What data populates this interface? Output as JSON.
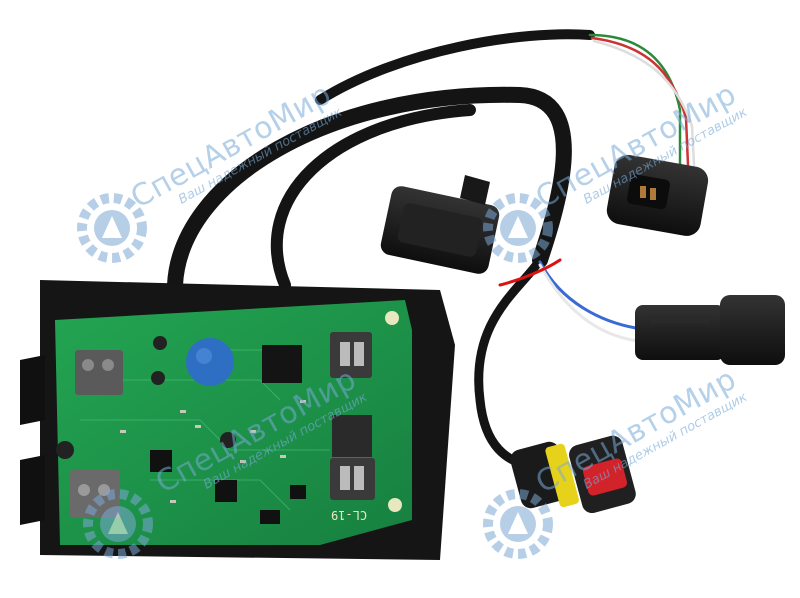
{
  "watermark": {
    "brand": "СпецАвтоМир",
    "tagline": "Ваш надежный поставщик"
  },
  "pcb": {
    "label": "CL-19"
  },
  "colors": {
    "board": "#1f9a4a",
    "housing": "#1c1c1c",
    "cable": "#151515",
    "connector_red": "#d2222a",
    "connector_yellow": "#e6d21a",
    "watermark": "#78aad7"
  }
}
